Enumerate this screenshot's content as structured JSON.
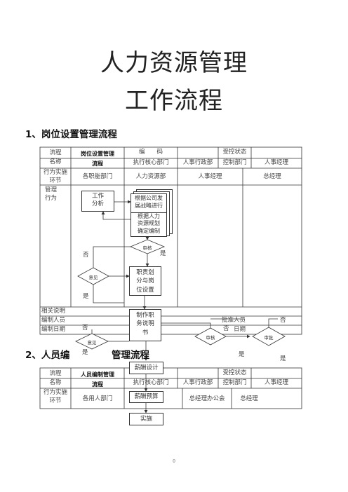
{
  "title_line1": "人力资源管理",
  "title_line2": "工作流程",
  "section1": {
    "heading": "1、岗位设置管理流程",
    "label_process_name": "流程\n名称",
    "process_name": "岗位设置管理\n流程",
    "label_code": "编　　码",
    "label_controlled_state": "受控状态",
    "dept_exec": "执行核心部门",
    "dept_admin": "人事行政部",
    "dept_control": "控制部门",
    "dept_manager": "人事经理",
    "label_stage": "行为实施\n环节",
    "stage_cols": [
      "各职能部门",
      "人力资源部",
      "人事经理",
      "总经理"
    ],
    "label_behavior": "管理\n行为",
    "box_work_analysis": "工作\n分析",
    "box_strategy": "根据公司发\n展战略进行",
    "box_plan": "根据人力\n资源规划\n确定编制",
    "diamond_review": "审核",
    "label_yes_1": "是",
    "label_no_1": "否",
    "diamond_opinion_1": "意见",
    "label_yes_2": "是",
    "box_duty_division": "职责划\n分与岗\n位设置",
    "label_related": "相关说明",
    "label_editor": "编制人员",
    "label_edit_date": "编制日期",
    "label_approver": "批准人员",
    "label_date": "日期",
    "box_job_desc": "制作职\n务说明\n书",
    "label_no_2": "否",
    "label_no_3": "否",
    "label_no_4": "否",
    "diamond_opinion_2": "意见",
    "label_yes_3": "是",
    "diamond_review_2": "审核",
    "diamond_approve": "审批",
    "label_yes_4": "是",
    "label_yes_5": "是"
  },
  "section2": {
    "heading": "2、人员编制管理流程",
    "heading_visible_a": "2、人员编",
    "heading_visible_b": "管理流程",
    "label_process_name": "流程\n名称",
    "process_name": "人员编制管理\n流程",
    "label_controlled_state": "受控状态",
    "dept_exec": "执行核心部门",
    "dept_admin": "人事行政部",
    "dept_control": "控制部门",
    "dept_manager": "人事经理",
    "label_stage": "行为实施\n环节",
    "stage_user": "各用人部门",
    "stage_office": "总经理办公会",
    "stage_gm": "总经理",
    "box_salary_design": "薪酬设计",
    "box_salary_budget": "薪酬预算",
    "box_implement": "实施"
  },
  "page_number": "0"
}
